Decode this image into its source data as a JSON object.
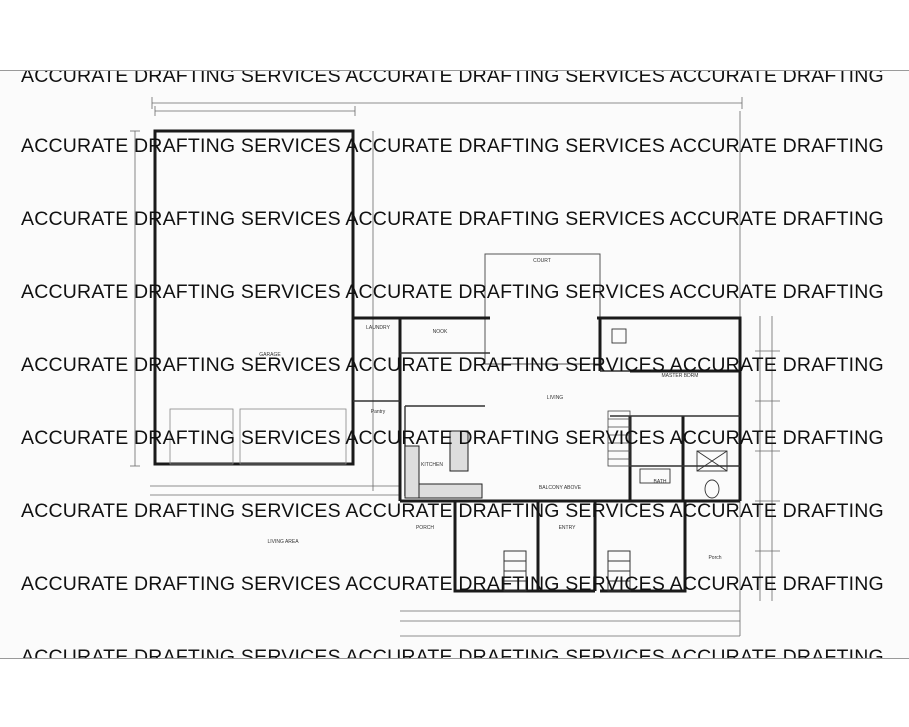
{
  "watermark": {
    "text": "ACCURATE DRAFTING SERVICES ACCURATE DRAFTING SERVICES ACCURATE DRAFTING"
  },
  "rooms": {
    "garage": "GARAGE",
    "laundry": "LAUNDRY",
    "nook": "NOOK",
    "pantry": "Pantry",
    "kitchen": "KITCHEN",
    "living": "LIVING",
    "court": "COURT",
    "master": "MASTER BDRM",
    "bath": "BATH",
    "balcony": "BALCONY ABOVE",
    "entry": "ENTRY",
    "porch": "Porch",
    "living_area": "LIVING AREA",
    "porch_label": "PORCH"
  },
  "colors": {
    "wall": "#1a1a1a",
    "dimension": "#6a6a6a",
    "watermark": "#111111",
    "sheet": "#fbfbfb"
  }
}
